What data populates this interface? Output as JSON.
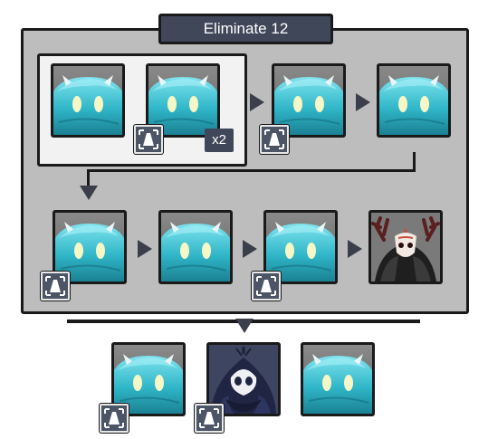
{
  "header": {
    "title": "Eliminate 12"
  },
  "tiles": [
    {
      "id": "slime-1",
      "kind": "slime",
      "badge": false
    },
    {
      "id": "slime-2",
      "kind": "slime",
      "badge": true,
      "count": "x2"
    },
    {
      "id": "slime-3",
      "kind": "slime",
      "badge": true
    },
    {
      "id": "slime-4",
      "kind": "slime",
      "badge": false
    },
    {
      "id": "slime-5",
      "kind": "slime",
      "badge": true
    },
    {
      "id": "slime-6",
      "kind": "slime",
      "badge": false
    },
    {
      "id": "slime-7",
      "kind": "slime",
      "badge": true
    },
    {
      "id": "boss-1",
      "kind": "antler-mask-boss",
      "badge": false
    }
  ],
  "rewards": [
    {
      "id": "reward-1",
      "kind": "slime",
      "badge": true
    },
    {
      "id": "reward-2",
      "kind": "hooded-skull",
      "badge": true
    },
    {
      "id": "reward-3",
      "kind": "slime",
      "badge": false
    }
  ],
  "colors": {
    "panel": "#bdbdbd",
    "title_bar": "#3f4759",
    "slime": "#3ec3d3",
    "badge": "#4b5566"
  }
}
